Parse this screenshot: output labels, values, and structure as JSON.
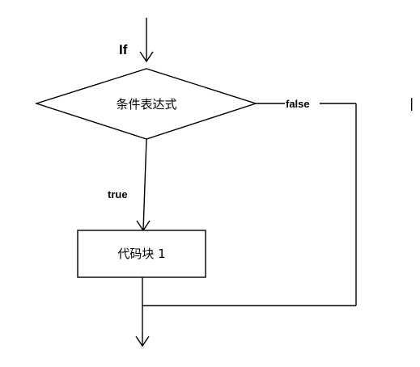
{
  "flowchart": {
    "start_label": "If",
    "condition": "条件表达式",
    "false_label": "false",
    "true_label": "true",
    "block": "代码块 1",
    "stray_mark": "|"
  }
}
